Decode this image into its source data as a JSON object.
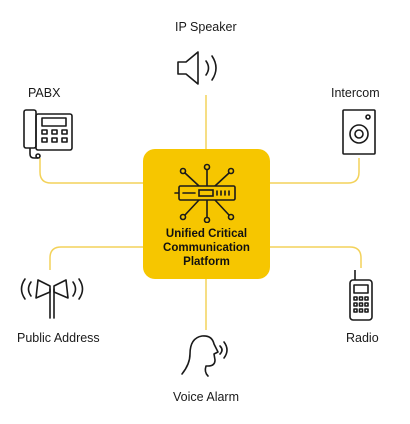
{
  "hub": {
    "line1": "Unified Critical",
    "line2": "Communication",
    "line3": "Platform",
    "color": "#F6C600"
  },
  "nodes": {
    "ip_speaker": "IP Speaker",
    "pabx": "PABX",
    "intercom": "Intercom",
    "public_address": "Public Address",
    "radio": "Radio",
    "voice_alarm": "Voice Alarm"
  },
  "line_color": "#F3D25A",
  "icons": [
    "speaker-icon",
    "phone-icon",
    "intercom-icon",
    "horn-speakers-icon",
    "radio-icon",
    "voice-icon",
    "server-hub-icon"
  ]
}
